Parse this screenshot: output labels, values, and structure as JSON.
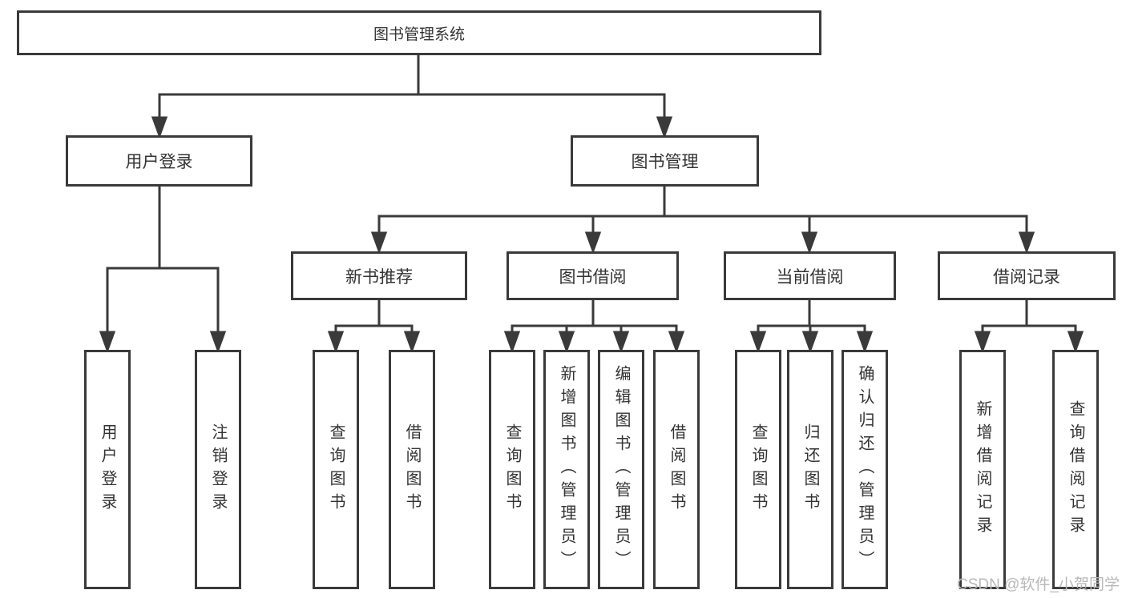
{
  "tree": {
    "label": "图书管理系统",
    "children": [
      {
        "label": "用户登录",
        "children": [
          {
            "label": "用户登录"
          },
          {
            "label": "注销登录"
          }
        ]
      },
      {
        "label": "图书管理",
        "children": [
          {
            "label": "新书推荐",
            "children": [
              {
                "label": "查询图书"
              },
              {
                "label": "借阅图书"
              }
            ]
          },
          {
            "label": "图书借阅",
            "children": [
              {
                "label": "查询图书"
              },
              {
                "label": "新增图书（管理员）"
              },
              {
                "label": "编辑图书（管理员）"
              },
              {
                "label": "借阅图书"
              }
            ]
          },
          {
            "label": "当前借阅",
            "children": [
              {
                "label": "查询图书"
              },
              {
                "label": "归还图书"
              },
              {
                "label": "确认归还（管理员）"
              }
            ]
          },
          {
            "label": "借阅记录",
            "children": [
              {
                "label": "新增借阅记录"
              },
              {
                "label": "查询借阅记录"
              }
            ]
          }
        ]
      }
    ]
  },
  "watermark": {
    "text": "CSDN @软件_小贺同学"
  },
  "colors": {
    "line": "#3a3a3a",
    "text": "#333333",
    "watermark": "#b8b8b8",
    "background": "#ffffff"
  }
}
